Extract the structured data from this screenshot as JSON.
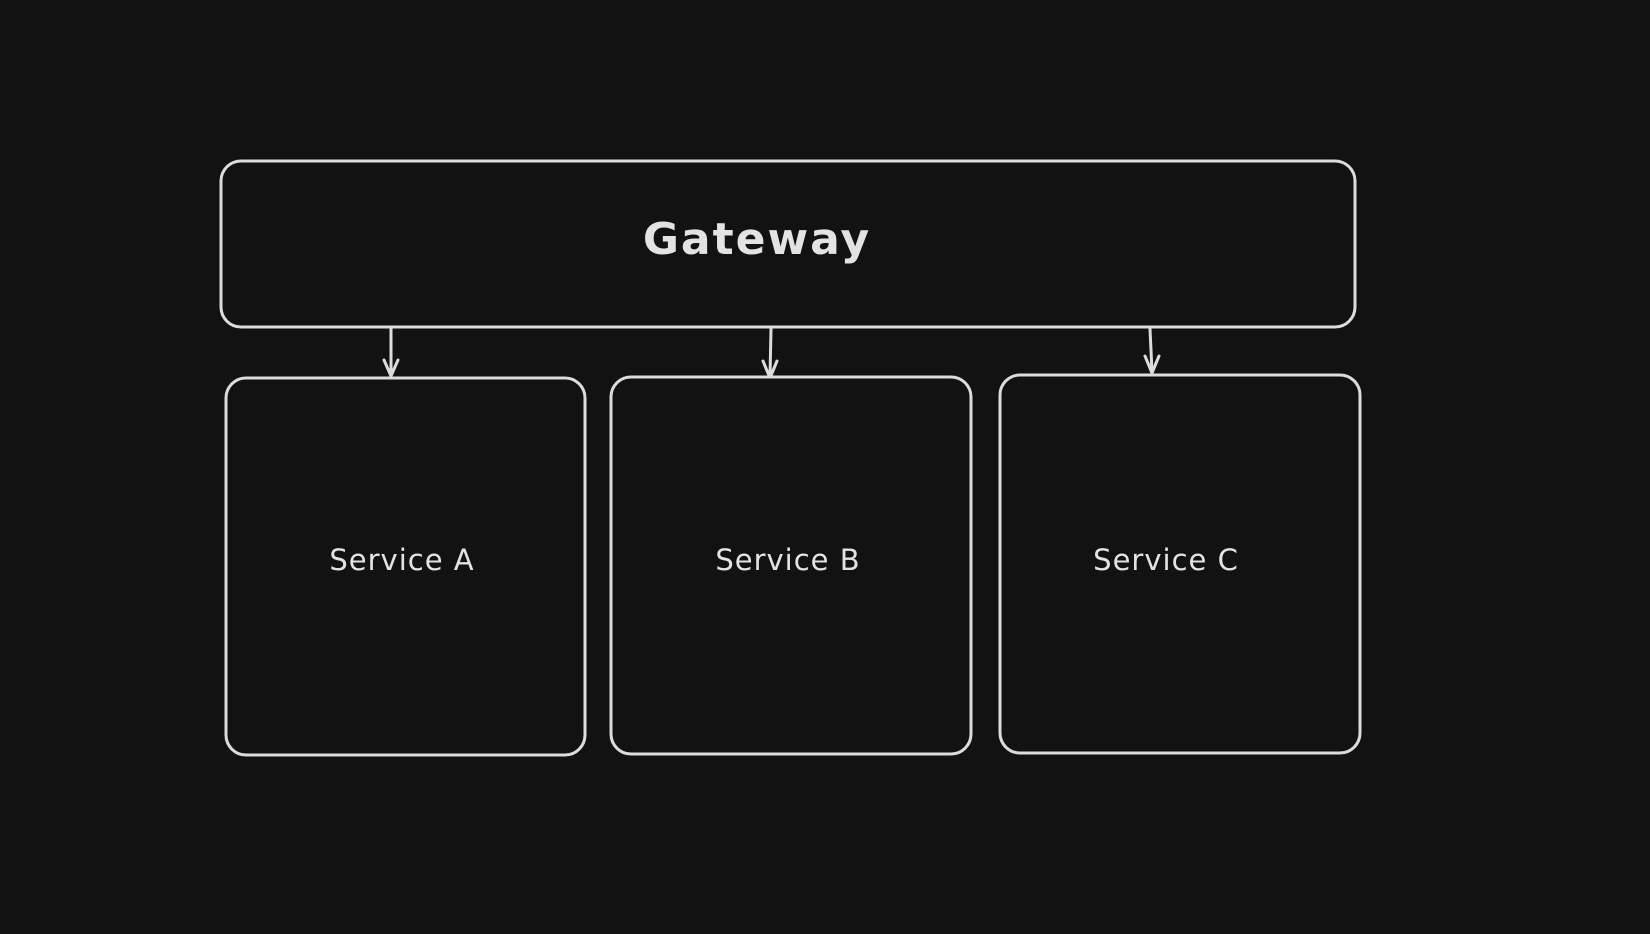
{
  "diagram": {
    "gateway": {
      "label": "Gateway"
    },
    "services": [
      {
        "label": "Service A"
      },
      {
        "label": "Service B"
      },
      {
        "label": "Service C"
      }
    ],
    "colors": {
      "background": "#121212",
      "stroke": "#dcdcdc",
      "text": "#e3e3e3"
    }
  }
}
